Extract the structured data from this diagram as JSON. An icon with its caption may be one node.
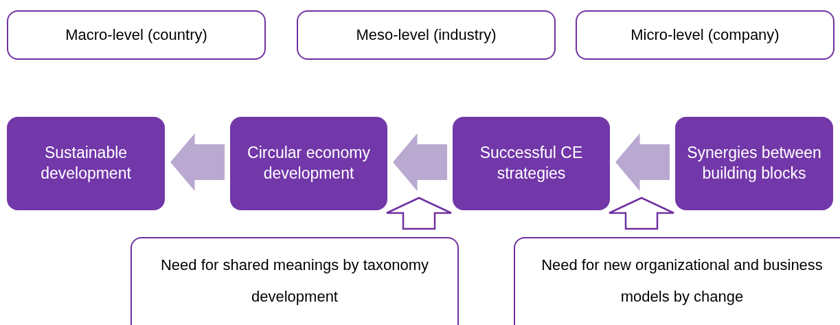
{
  "diagram": {
    "nodes": [
      {
        "text": [
          "Macro-level (country)"
        ]
      },
      {
        "text": [
          "Meso-level (industry)"
        ]
      },
      {
        "text": [
          "Micro-level (company)"
        ]
      },
      {
        "text": [
          "Sustainable development"
        ]
      },
      {
        "text": [
          "Circular economy development"
        ]
      },
      {
        "text": [
          "Successful CE strategies"
        ]
      },
      {
        "text": [
          "Synergies between building blocks"
        ]
      },
      {
        "text": [
          "Need for shared meanings by taxonomy development"
        ]
      },
      {
        "text": [
          "Need for new organizational and business models by change"
        ]
      }
    ],
    "edges": [
      {
        "from": 4,
        "to": 3,
        "arrow": "to"
      },
      {
        "from": 5,
        "to": 4,
        "arrow": "to"
      },
      {
        "from": 6,
        "to": 5,
        "arrow": "to"
      },
      {
        "from": 7,
        "to": null,
        "arrow": "to",
        "color": "#7030a0"
      },
      {
        "from": 8,
        "to": null,
        "arrow": "to",
        "color": "#7030a0"
      }
    ]
  }
}
